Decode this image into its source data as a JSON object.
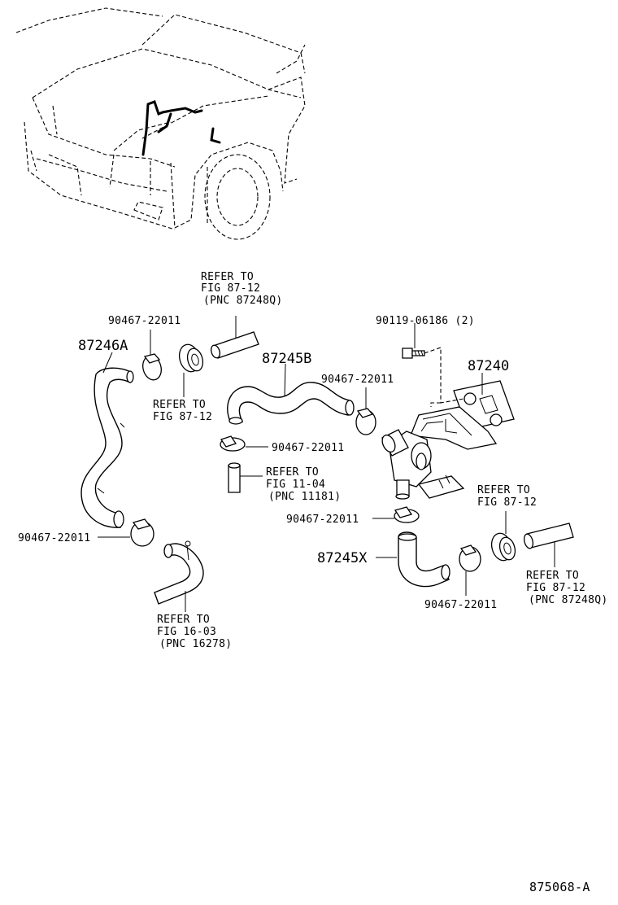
{
  "diagram": {
    "figure_code": "875068-A",
    "parts": {
      "hose_a": "87246A",
      "hose_b": "87245B",
      "hose_x": "87245X",
      "valve": "87240",
      "bolt": "90119-06186 (2)",
      "clamp": "90467-22011"
    },
    "refs": {
      "top_pipe": [
        "REFER TO",
        "FIG 87-12",
        "(PNC 87248Q)"
      ],
      "grommet_left": [
        "REFER TO",
        "FIG 87-12"
      ],
      "center_pipe": [
        "REFER TO",
        "FIG 11-04",
        "(PNC 11181)"
      ],
      "bottom_pipe": [
        "REFER TO",
        "FIG 16-03",
        "(PNC 16278)"
      ],
      "grommet_right": [
        "REFER TO",
        "FIG 87-12"
      ],
      "right_pipe": [
        "REFER TO",
        "FIG 87-12",
        "(PNC 87248Q)"
      ]
    }
  }
}
